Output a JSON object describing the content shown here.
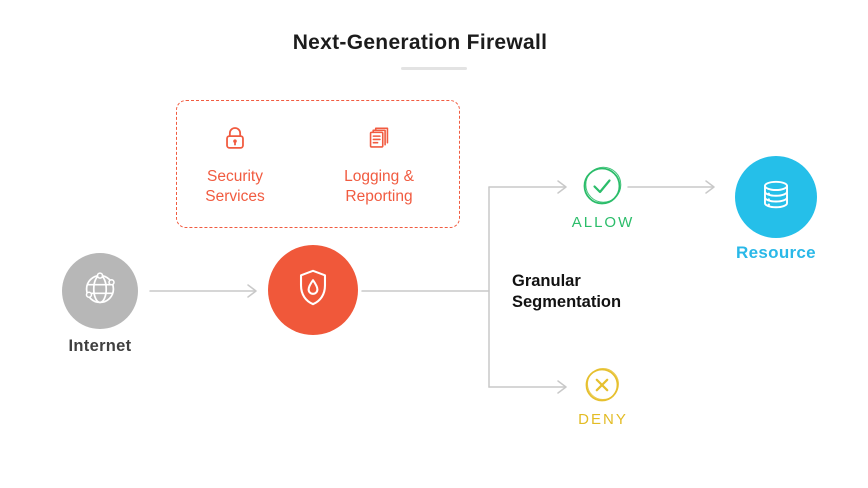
{
  "title": "Next-Generation Firewall",
  "services_box": {
    "items": [
      {
        "label": "Security Services",
        "icon": "lock-icon"
      },
      {
        "label": "Logging & Reporting",
        "icon": "report-icon"
      }
    ]
  },
  "nodes": {
    "internet": {
      "label": "Internet",
      "icon": "globe-network-icon"
    },
    "firewall": {
      "icon": "shield-flame-icon"
    },
    "allow": {
      "label": "ALLOW",
      "icon": "check-circle-icon"
    },
    "deny": {
      "label": "DENY",
      "icon": "x-circle-icon"
    },
    "resource": {
      "label": "Resource",
      "icon": "database-icon"
    }
  },
  "segmentation_label": "Granular Segmentation",
  "colors": {
    "orange": "#f15b40",
    "firewall_fill": "#f0583a",
    "gray_node": "#b7b7b7",
    "green": "#2bbd6a",
    "yellow": "#e6c02e",
    "cyan": "#25bfe9",
    "connector_gray": "#c9c9c9",
    "text_dark": "#1c1c1c"
  }
}
